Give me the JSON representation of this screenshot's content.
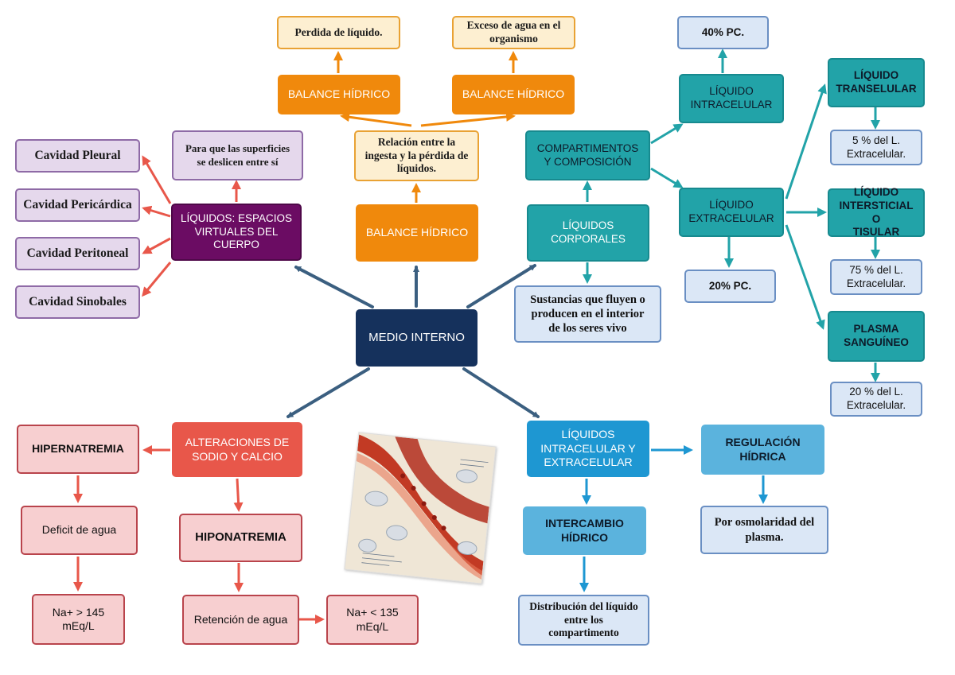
{
  "nodes": {
    "medio_interno": "MEDIO INTERNO",
    "liquidos_espacios": "LÍQUIDOS: ESPACIOS\nVIRTUALES DEL\nCUERPO",
    "superficies": "Para que las superficies\nse deslicen entre sí",
    "cavidad_pleural": "Cavidad Pleural",
    "cavidad_pericardica": "Cavidad Pericárdica",
    "cavidad_peritoneal": "Cavidad Peritoneal",
    "cavidad_sinobales": "Cavidad Sinobales",
    "balance_center": "BALANCE HÍDRICO",
    "relacion": "Relación entre la\ningesta y la pérdida de\nlíquidos.",
    "balance_left": "BALANCE HÍDRICO",
    "balance_right": "BALANCE HÍDRICO",
    "perdida": "Perdida de líquido.",
    "exceso": "Exceso de agua en el\norganismo",
    "liquidos_corporales": "LÍQUIDOS\nCORPORALES",
    "sustancias": "Sustancias que fluyen o\nproducen en el interior\nde los seres vivo",
    "compartimentos": "COMPARTIMENTOS\nY COMPOSICIÓN",
    "liquido_intracelular": "LÍQUIDO\nINTRACELULAR",
    "pc_40": "40% PC.",
    "liquido_extracelular": "LÍQUIDO\nEXTRACELULAR",
    "pc_20": "20% PC.",
    "transelular": "LÍQUIDO\nTRANSELULAR",
    "pct_5": "5 % del L.\nExtracelular.",
    "intersticial": "LÍQUIDO\nINTERSTICIAL O\nTISULAR",
    "pct_75": "75 % del L.\nExtracelular.",
    "plasma": "PLASMA\nSANGUÍNEO",
    "pct_20": "20 % del L.\nExtracelular.",
    "intra_extra": "LÍQUIDOS\nINTRACELULAR Y\nEXTRACELULAR",
    "regulacion": "REGULACIÓN\nHÍDRICA",
    "osmolaridad": "Por osmolaridad del\nplasma.",
    "intercambio": "INTERCAMBIO\nHÍDRICO",
    "distribucion": "Distribución del líquido\nentre los\ncompartimento",
    "alteraciones": "ALTERACIONES DE\nSODIO Y CALCIO",
    "hipernatremia": "HIPERNATREMIA",
    "deficit": "Deficit de agua",
    "na_high": "Na+ > 145\nmEq/L",
    "hiponatremia": "HIPONATREMIA",
    "retencion": "Retención de agua",
    "na_low": "Na+ < 135\nmEq/L"
  },
  "colors": {
    "navy": "#15315c",
    "purple": "#6b0c63",
    "orange": "#f0890c",
    "teal": "#22a3a8",
    "blue": "#1e97d2",
    "red": "#e8574a",
    "arrow_navy": "#3b5f80",
    "arrow_red": "#e8574a",
    "arrow_orange": "#f0890c",
    "arrow_teal": "#22a3a8",
    "arrow_blue": "#1e97d2"
  },
  "image": {
    "icon": "blood-vessel-illustration"
  }
}
